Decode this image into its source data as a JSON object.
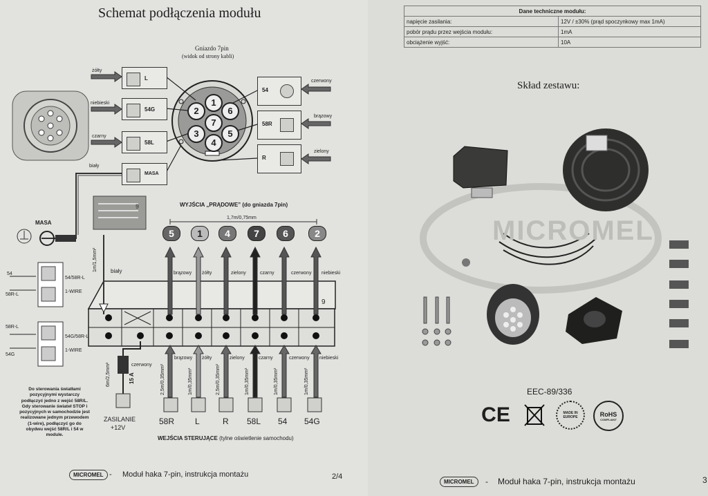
{
  "left": {
    "title": "Schemat podłączenia modułu",
    "socket_title": "Gniazdo 7pin",
    "socket_subtitle": "(widok od strony kabli)",
    "left_pins": [
      {
        "color": "żółty",
        "code": "L"
      },
      {
        "color": "niebieski",
        "code": "54G"
      },
      {
        "color": "czarny",
        "code": "58L"
      },
      {
        "color": "biały",
        "code": "MASA"
      }
    ],
    "right_pins": [
      {
        "color": "czerwony",
        "code": "54"
      },
      {
        "color": "brązowy",
        "code": "58R"
      },
      {
        "color": "zielony",
        "code": "R"
      }
    ],
    "socket_numbers": [
      "1",
      "2",
      "3",
      "4",
      "5",
      "6",
      "7"
    ],
    "connector_number": "9",
    "masa_label": "MASA",
    "outputs_title": "WYJŚCIA „PRĄDOWE” (do gniazda 7pin)",
    "wire_spec_top": "1,7m/0,75mm",
    "outputs": [
      {
        "num": "5",
        "color": "brązowy"
      },
      {
        "num": "1",
        "color": "żółty"
      },
      {
        "num": "4",
        "color": "zielony"
      },
      {
        "num": "7",
        "color": "czarny"
      },
      {
        "num": "6",
        "color": "czerwony"
      },
      {
        "num": "2",
        "color": "niebieski"
      }
    ],
    "white_wire": "biały",
    "white_wire_spec": "1m/1,5mm²",
    "block_number": "9",
    "side_labels": {
      "a1": "54",
      "a2": "58R-L",
      "a3": "54/58R-L",
      "a4": "1-WIRE",
      "b1": "58R-L",
      "b2": "54G",
      "b3": "54G/58R-L",
      "b4": "1-WIRE"
    },
    "inputs": [
      {
        "spec": "2,5m/0,35mm²",
        "color": "brązowy",
        "label": "58R"
      },
      {
        "spec": "1m/0,35mm²",
        "color": "żółty",
        "label": "L"
      },
      {
        "spec": "2,5m/0,35mm²",
        "color": "zielony",
        "label": "R"
      },
      {
        "spec": "1m/0,35mm²",
        "color": "czarny",
        "label": "58L"
      },
      {
        "spec": "1m/0,35mm²",
        "color": "czerwony",
        "label": "54"
      },
      {
        "spec": "1m/0,35mm²",
        "color": "niebieski",
        "label": "54G"
      }
    ],
    "power_spec": "6m/2,5mm²",
    "fuse": "15 A",
    "power_color": "czerwony",
    "power_label1": "ZASILANIE",
    "power_label2": "+12V",
    "inputs_title": "WEJŚCIA STERUJĄCE",
    "inputs_subtitle": "(tylne oświetlenie samochodu)",
    "note": "Do sterowania światłami pozycyjnymi wystarczy podłączyć jedno z wejść 58R/L. Gdy sterowanie świateł STOP i pozycyjnych w samochodzie jest realizowane jednym przewodem (1-wire), podłączyć go do obydwu wejść 58R/L i 54 w module.",
    "footer_brand": "MICROMEL",
    "footer_dash": "-",
    "footer_text": "Moduł haka 7-pin, instrukcja montażu",
    "page_num": "2/4"
  },
  "right": {
    "spec_header": "Dane techniczne modułu:",
    "spec_rows": [
      {
        "k": "napięcie zasilania:",
        "v": "12V / ±30% (prąd spoczynkowy max 1mA)"
      },
      {
        "k": "pobór prądu przez wejścia modułu:",
        "v": "1mA"
      },
      {
        "k": "obciążenie wyjść:",
        "v": "10A"
      }
    ],
    "kit_title": "Skład zestawu:",
    "watermark": "MICROMEL",
    "standard": "EEC-89/336",
    "cert_ce": "CE",
    "cert_europe": "MADE IN EUROPE",
    "cert_rohs": "RoHS",
    "cert_rohs_sub": "COMPLIANT",
    "footer_brand": "MICROMEL",
    "footer_dash": "-",
    "footer_text": "Moduł haka 7-pin, instrukcja montażu",
    "page_num": "3"
  }
}
